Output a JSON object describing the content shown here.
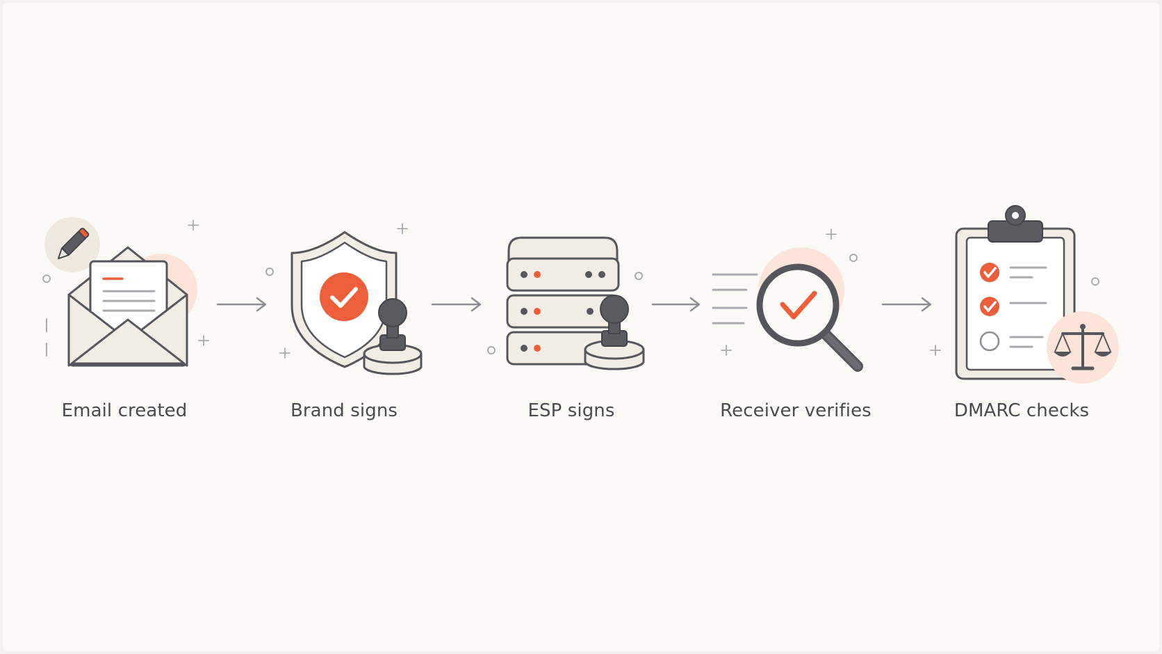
{
  "colors": {
    "background": "#fcfaf7",
    "accent": "#ec5f3a",
    "accent_soft": "#fde4d9",
    "stroke": "#55565c",
    "fill_light": "#f1ece4",
    "text": "#4a4b50"
  },
  "steps": [
    {
      "label": "Email created",
      "icon": "envelope-icon"
    },
    {
      "label": "Brand signs",
      "icon": "shield-check-icon"
    },
    {
      "label": "ESP signs",
      "icon": "server-stack-icon"
    },
    {
      "label": "Receiver verifies",
      "icon": "magnifier-check-icon"
    },
    {
      "label": "DMARC checks",
      "icon": "clipboard-checklist-icon"
    }
  ],
  "connector_icon": "arrow-right-icon"
}
